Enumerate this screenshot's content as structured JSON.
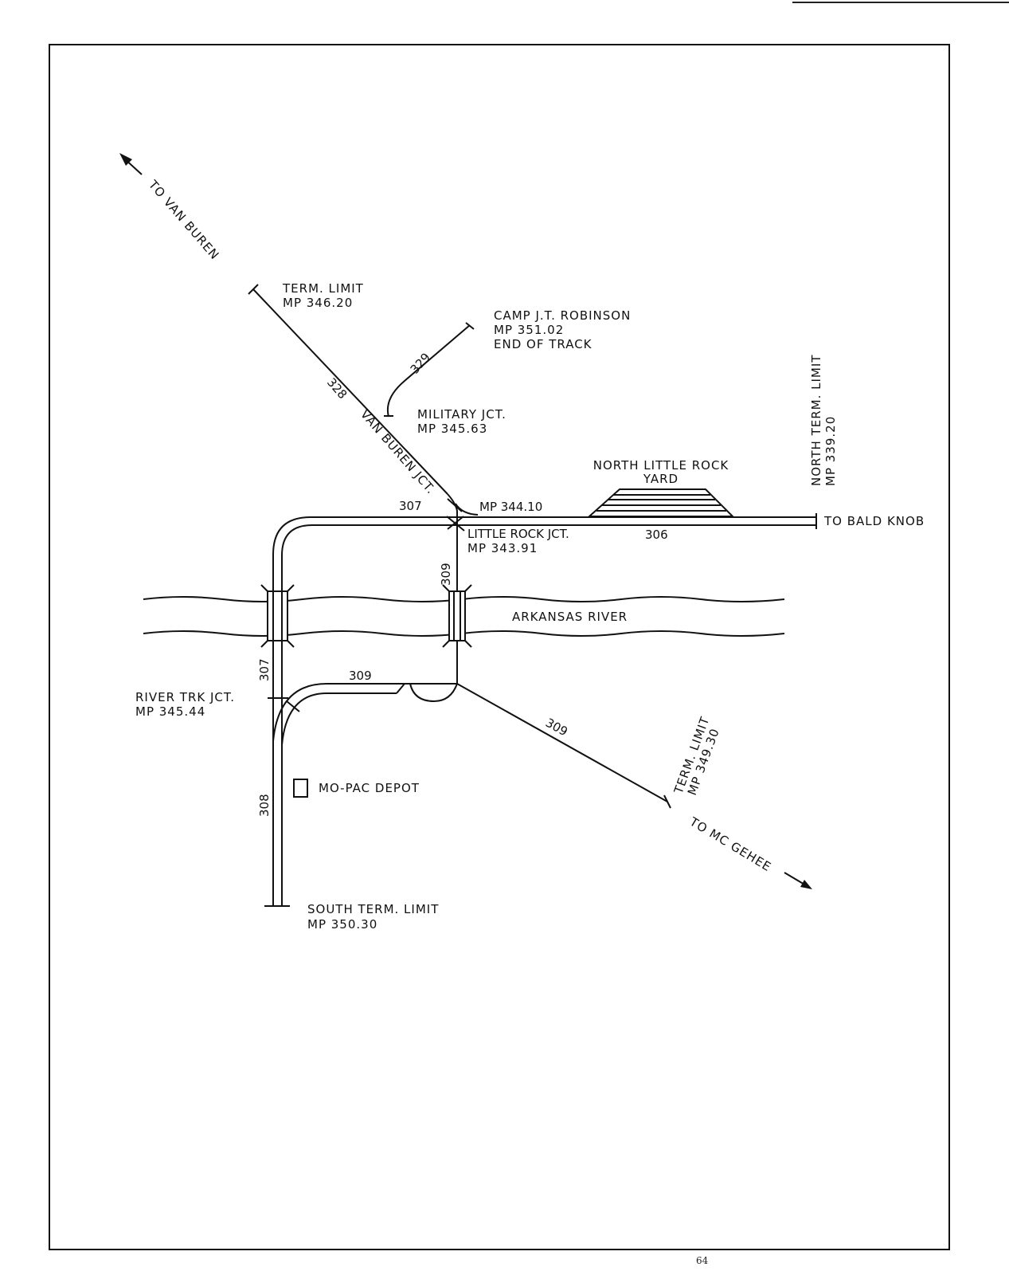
{
  "page_number": "64",
  "directions": {
    "van_buren": "TO VAN BUREN",
    "bald_knob": "TO BALD KNOB",
    "mc_gehee": "TO MC GEHEE"
  },
  "points": {
    "term_limit_west": {
      "title": "TERM. LIMIT",
      "mp": "MP 346.20"
    },
    "camp_robinson": {
      "title": "CAMP J.T. ROBINSON",
      "mp": "MP 351.02",
      "note": "END OF TRACK"
    },
    "military_jct": {
      "title": "MILITARY JCT.",
      "mp": "MP 345.63"
    },
    "north_term_limit": {
      "title": "NORTH TERM. LIMIT",
      "mp": "MP 339.20"
    },
    "yard": {
      "line1": "NORTH LITTLE ROCK",
      "line2": "YARD"
    },
    "mp_344": "MP 344.10",
    "little_rock_jct": {
      "title": "LITTLE ROCK JCT.",
      "mp": "MP 343.91"
    },
    "van_buren_jct": "VAN BUREN JCT.",
    "river": "ARKANSAS RIVER",
    "river_trk_jct": {
      "title": "RIVER TRK JCT.",
      "mp": "MP 345.44"
    },
    "depot": "MO-PAC DEPOT",
    "term_limit_east": {
      "title": "TERM. LIMIT",
      "mp": "MP 349.30"
    },
    "south_term_limit": {
      "title": "SOUTH TERM. LIMIT",
      "mp": "MP 350.30"
    }
  },
  "tracks": {
    "t328": "328",
    "t329": "329",
    "t307_top": "307",
    "t306": "306",
    "t309_vert": "309",
    "t307_left": "307",
    "t309_mid": "309",
    "t309_diag": "309",
    "t308": "308"
  }
}
